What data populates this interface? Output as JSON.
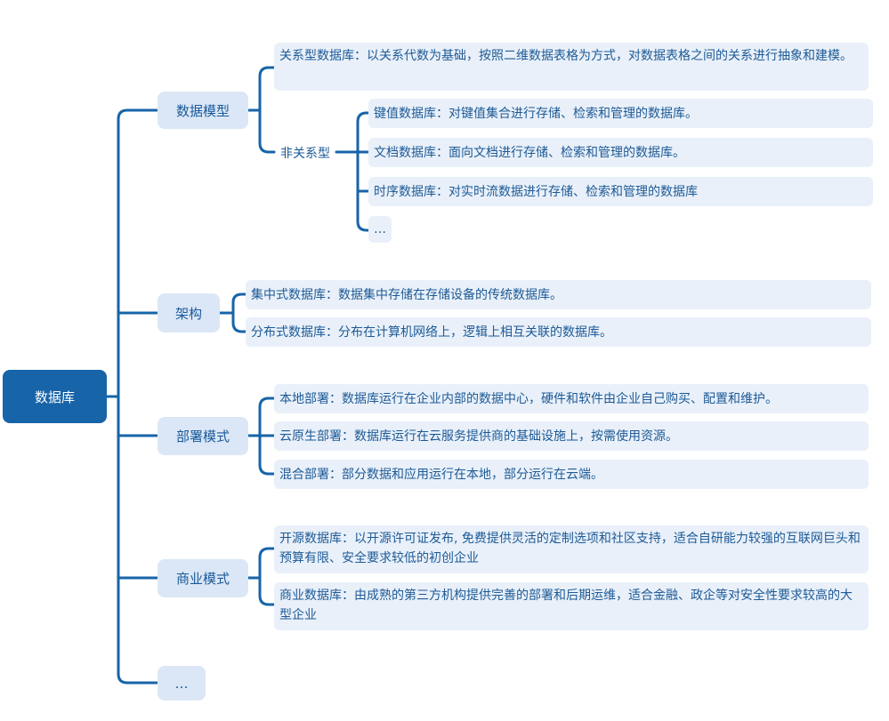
{
  "root": "数据库",
  "branches": {
    "data_model": {
      "label": "数据模型",
      "relational": "关系型数据库：以关系代数为基础，按照二维数据表格为方式，对数据表格之间的关系进行抽象和建模。",
      "nonrelational": {
        "label": "非关系型",
        "items": [
          "键值数据库：对键值集合进行存储、检索和管理的数据库。",
          "文档数据库：面向文档进行存储、检索和管理的数据库。",
          "时序数据库：对实时流数据进行存储、检索和管理的数据库",
          "…"
        ]
      }
    },
    "architecture": {
      "label": "架构",
      "items": [
        "集中式数据库：数据集中存储在存储设备的传统数据库。",
        "分布式数据库：分布在计算机网络上，逻辑上相互关联的数据库。"
      ]
    },
    "deployment": {
      "label": "部署模式",
      "items": [
        "本地部署：数据库运行在企业内部的数据中心，硬件和软件由企业自己购买、配置和维护。",
        "云原生部署：数据库运行在云服务提供商的基础设施上，按需使用资源。",
        "混合部署：部分数据和应用运行在本地，部分运行在云端。"
      ]
    },
    "business": {
      "label": "商业模式",
      "items": [
        "开源数据库：以开源许可证发布, 免费提供灵活的定制选项和社区支持，适合自研能力较强的互联网巨头和预算有限、安全要求较低的初创企业",
        "商业数据库：由成熟的第三方机构提供完善的部署和后期运维，适合金融、政企等对安全性要求较高的大型企业"
      ]
    },
    "more": {
      "label": "…"
    }
  },
  "colors": {
    "line": "#1764a9",
    "root_fill": "#1764a9",
    "level1_fill": "#dbe7f6",
    "leaf_fill": "#e9f0f9"
  }
}
